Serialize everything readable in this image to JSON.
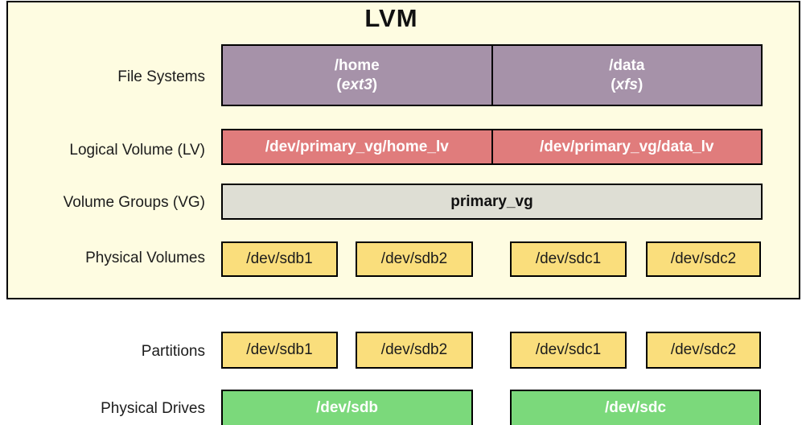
{
  "title": "LVM",
  "rows": {
    "file_systems": {
      "label": "File Systems",
      "boxes": [
        {
          "mount": "/home",
          "paren_open": "(",
          "fs": "ext3",
          "paren_close": ")"
        },
        {
          "mount": "/data",
          "paren_open": "(",
          "fs": "xfs",
          "paren_close": ")"
        }
      ]
    },
    "logical_volumes": {
      "label": "Logical Volume (LV)",
      "boxes": [
        "/dev/primary_vg/home_lv",
        "/dev/primary_vg/data_lv"
      ]
    },
    "volume_groups": {
      "label": "Volume Groups (VG)",
      "boxes": [
        "primary_vg"
      ]
    },
    "physical_volumes": {
      "label": "Physical Volumes",
      "boxes": [
        "/dev/sdb1",
        "/dev/sdb2",
        "/dev/sdc1",
        "/dev/sdc2"
      ]
    },
    "partitions": {
      "label": "Partitions",
      "boxes": [
        "/dev/sdb1",
        "/dev/sdb2",
        "/dev/sdc1",
        "/dev/sdc2"
      ]
    },
    "physical_drives": {
      "label": "Physical Drives",
      "boxes": [
        "/dev/sdb",
        "/dev/sdc"
      ]
    }
  },
  "colors": {
    "panel_background": "#FEFCE1",
    "file_system_fill": "#A692A9",
    "logical_volume_fill": "#E07C7C",
    "volume_group_fill": "#DEDED4",
    "physical_volume_fill": "#FADE7C",
    "partition_fill": "#FADE7C",
    "drive_fill": "#7BD97B",
    "border": "#000000",
    "light_text": "#FFFFFF",
    "dark_text": "#1C1C1C"
  }
}
